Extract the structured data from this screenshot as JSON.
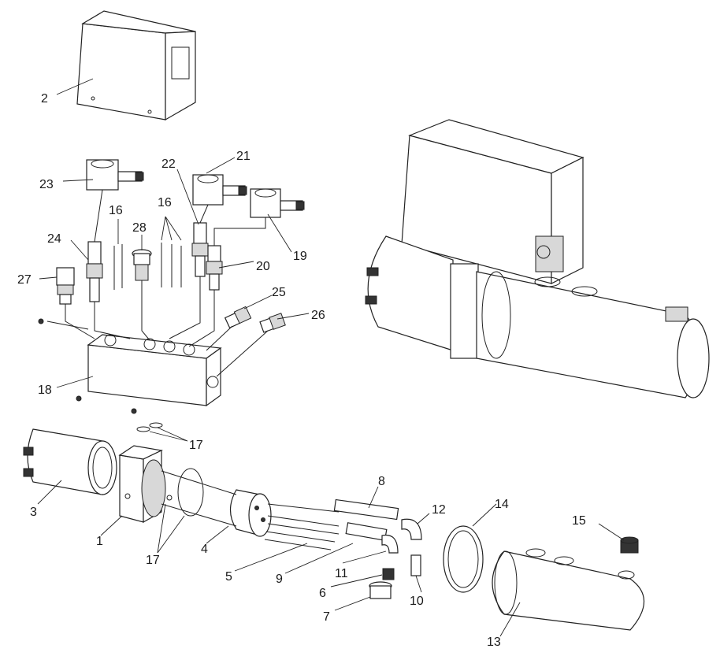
{
  "diagram": {
    "labels": {
      "p1": "1",
      "p2": "2",
      "p3": "3",
      "p4": "4",
      "p5": "5",
      "p6": "6",
      "p7": "7",
      "p8": "8",
      "p9": "9",
      "p10": "10",
      "p11": "11",
      "p12": "12",
      "p13": "13",
      "p14": "14",
      "p15": "15",
      "p16a": "16",
      "p16b": "16",
      "p17a": "17",
      "p17b": "17",
      "p18": "18",
      "p19": "19",
      "p20": "20",
      "p21": "21",
      "p22": "22",
      "p23": "23",
      "p24": "24",
      "p25": "25",
      "p26": "26",
      "p27": "27",
      "p28": "28"
    }
  }
}
